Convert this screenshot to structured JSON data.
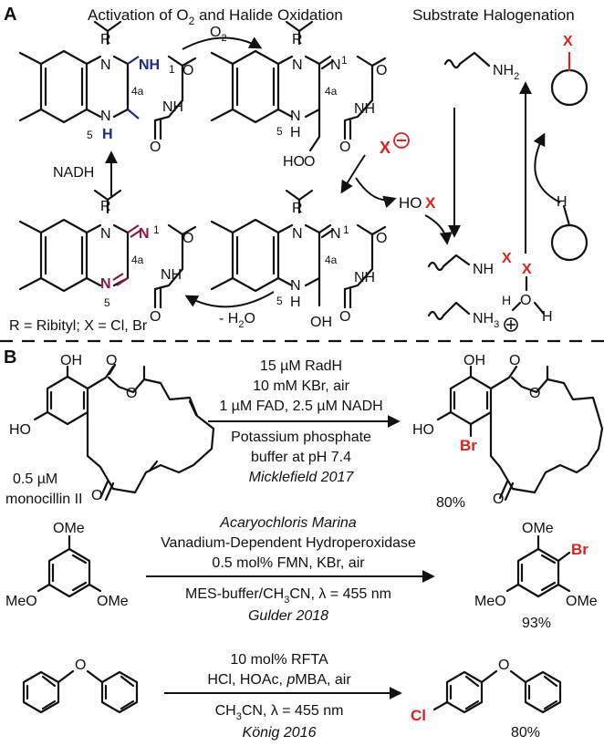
{
  "panel_a": {
    "label": "A",
    "title_left": "Activation of O",
    "title_left_sub": "2",
    "title_left_rest": " and Halide Oxidation",
    "title_right": "Substrate Halogenation",
    "o2": "O",
    "o2_sub": "2",
    "nadh": "NADH",
    "minus_h2o": "- H",
    "minus_h2o_sub": "2",
    "minus_h2o_rest": "O",
    "legend": "R = Ribityl; X = Cl, Br",
    "atom_R": "R",
    "atom_N": "N",
    "atom_H": "H",
    "atom_NH": "NH",
    "atom_O": "O",
    "atom_OH": "OH",
    "atom_HOO": "HO",
    "atom_X": "X",
    "atom_HO": "HO",
    "num_1": "1",
    "num_5": "5",
    "num_4a": "4a",
    "nh2": "NH",
    "nh2_sub": "2",
    "nh3": "NH",
    "nh3_sub": "3",
    "colors": {
      "blue": "#1b2a8c",
      "purple": "#8b1a4a",
      "red": "#e0201b"
    }
  },
  "panel_b": {
    "label": "B",
    "r1": {
      "conditions": [
        "15 µM RadH",
        "10 mM KBr, air",
        "1 µM FAD, 2.5 µM NADH",
        "Potassium phosphate",
        "buffer at pH 7.4"
      ],
      "citation": "Micklefield 2017",
      "substrate_amount": "0.5 µM",
      "substrate_name": "monocillin II",
      "yield": "80%",
      "atoms": {
        "OH": "OH",
        "HO": "HO",
        "O": "O",
        "Br": "Br"
      }
    },
    "r2": {
      "conditions_italic": "Acaryochloris Marina",
      "conditions": [
        "Vanadium-Dependent Hydroperoxidase",
        "0.5 mol% FMN, KBr, air"
      ],
      "below": "MES-buffer/CH",
      "below_sub": "3",
      "below_rest": "CN, λ = 455 nm",
      "citation": "Gulder 2018",
      "yield": "93%",
      "atoms": {
        "OMe": "OMe",
        "MeO": "MeO",
        "Br": "Br"
      }
    },
    "r3": {
      "conditions": [
        "10 mol% RFTA",
        "HCl, HOAc, "
      ],
      "cond_italic": "p",
      "cond_rest": "MBA, air",
      "below": "CH",
      "below_sub": "3",
      "below_rest": "CN, λ = 455 nm",
      "citation": "König 2016",
      "yield": "80%",
      "atoms": {
        "O": "O",
        "Cl": "Cl"
      }
    }
  }
}
